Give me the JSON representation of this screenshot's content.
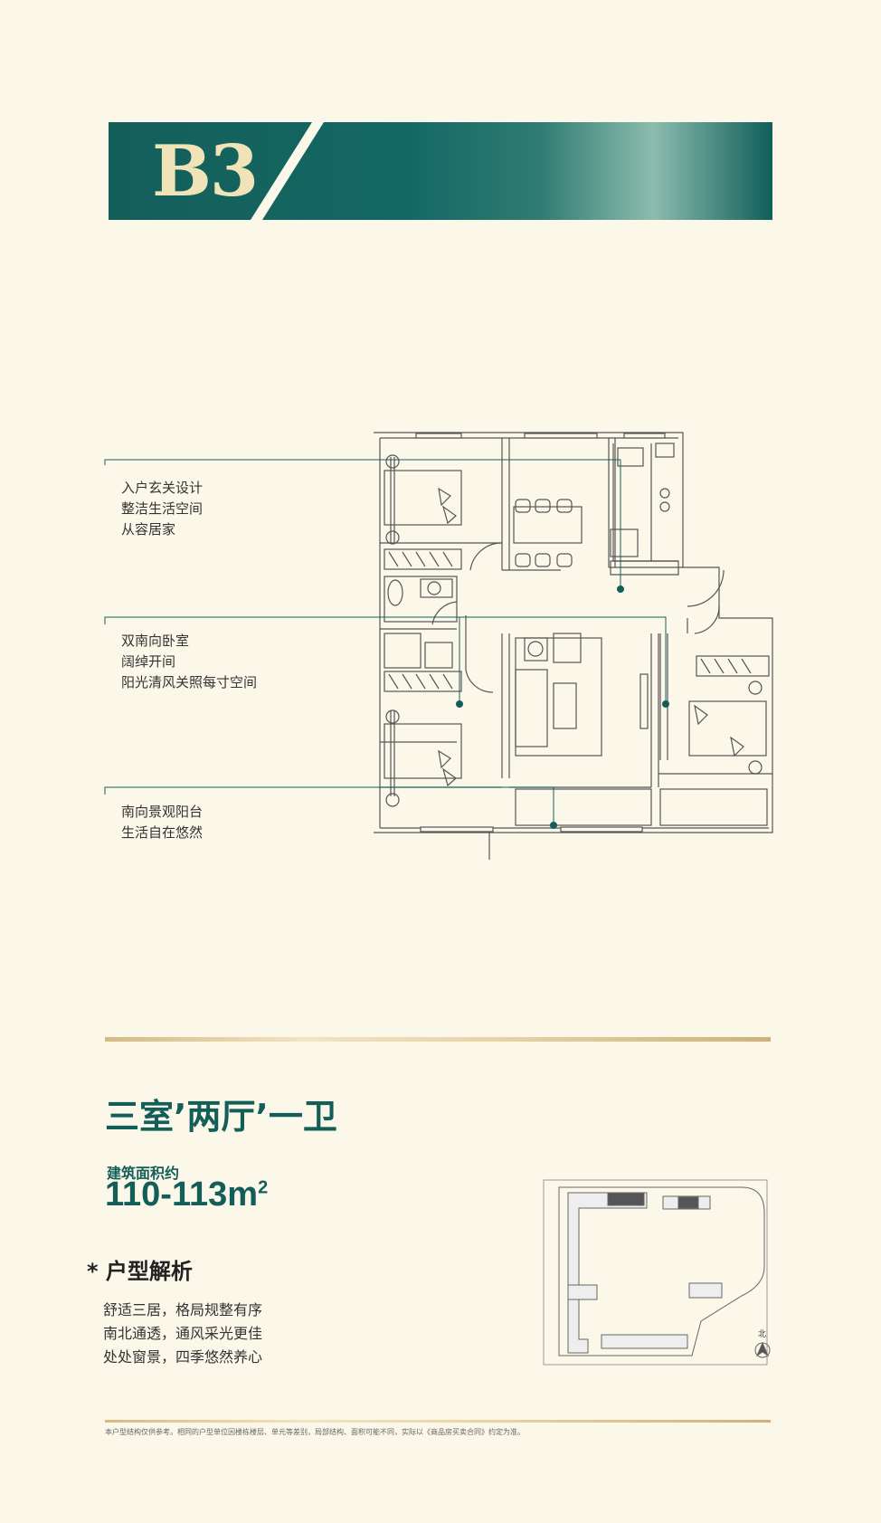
{
  "unit_code": "B3",
  "callouts": [
    [
      "入户玄关设计",
      "整洁生活空间",
      "从容居家"
    ],
    [
      "双南向卧室",
      "阔绰开间",
      "阳光清风关照每寸空间"
    ],
    [
      "南向景观阳台",
      "生活自在悠然"
    ]
  ],
  "layout": {
    "title": "三室’两厅’一卫",
    "area_label": "建筑面积约",
    "area_value": "110-113m",
    "area_sup": "2"
  },
  "analysis": {
    "star": "*",
    "title": "户型解析",
    "lines": [
      "舒适三居，格局规整有序",
      "南北通透，通风采光更佳",
      "处处窗景，四季悠然养心"
    ]
  },
  "site_plan": {
    "north_label": "北"
  },
  "disclaimer": "本户型结构仅供参考。相同的户型单位因楼栋楼层、单元等差别，局部结构、面积可能不同，实际以《商品房买卖合同》约定为准。",
  "colors": {
    "brand": "#145e5a",
    "gold": "#d6b985",
    "background": "#fbf8ea"
  }
}
